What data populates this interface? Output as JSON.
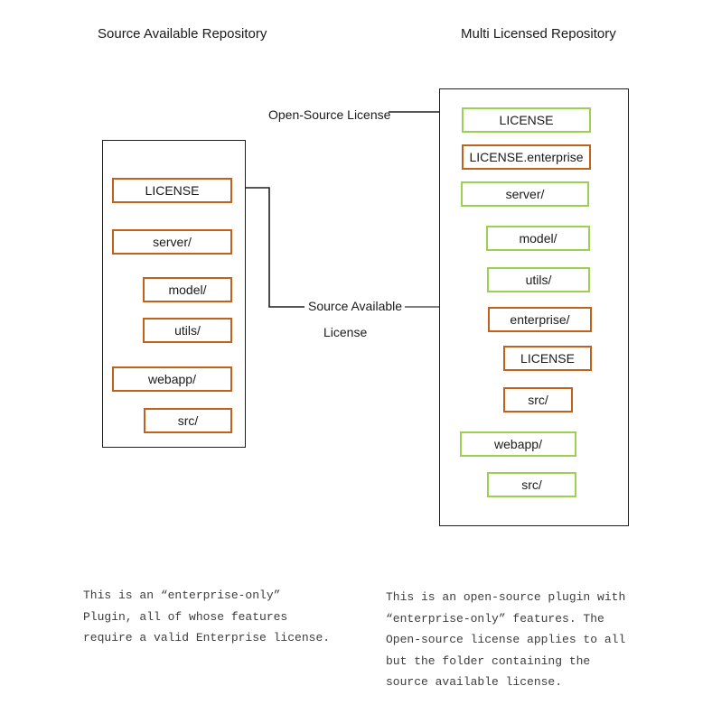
{
  "colors": {
    "orange": "#C0611C",
    "green": "#9CD052",
    "line": "#1f1f1f",
    "gray_line": "#7f7f7f"
  },
  "titles": {
    "left": "Source Available Repository",
    "right": "Multi Licensed Repository"
  },
  "connector_labels": {
    "open_source": "Open-Source License",
    "source_available_line1": "Source Available",
    "source_available_line2": "License"
  },
  "repos": {
    "left": {
      "items": [
        {
          "label": "LICENSE",
          "license": "source-available"
        },
        {
          "label": "server/",
          "license": "source-available"
        },
        {
          "label": "model/",
          "license": "source-available"
        },
        {
          "label": "utils/",
          "license": "source-available"
        },
        {
          "label": "webapp/",
          "license": "source-available"
        },
        {
          "label": "src/",
          "license": "source-available"
        }
      ]
    },
    "right": {
      "items": [
        {
          "label": "LICENSE",
          "license": "open-source"
        },
        {
          "label": "LICENSE.enterprise",
          "license": "source-available"
        },
        {
          "label": "server/",
          "license": "open-source"
        },
        {
          "label": "model/",
          "license": "open-source"
        },
        {
          "label": "utils/",
          "license": "open-source"
        },
        {
          "label": "enterprise/",
          "license": "source-available"
        },
        {
          "label": "LICENSE",
          "license": "source-available"
        },
        {
          "label": "src/",
          "license": "source-available"
        },
        {
          "label": "webapp/",
          "license": "open-source"
        },
        {
          "label": "src/",
          "license": "open-source"
        }
      ]
    }
  },
  "notes": {
    "left": "This is an “enterprise-only”\nPlugin, all of whose features\nrequire a valid Enterprise license.",
    "right": "This is an open-source plugin with\n“enterprise-only” features. The\nOpen-source license applies to all\nbut the folder containing the\nsource available license."
  }
}
